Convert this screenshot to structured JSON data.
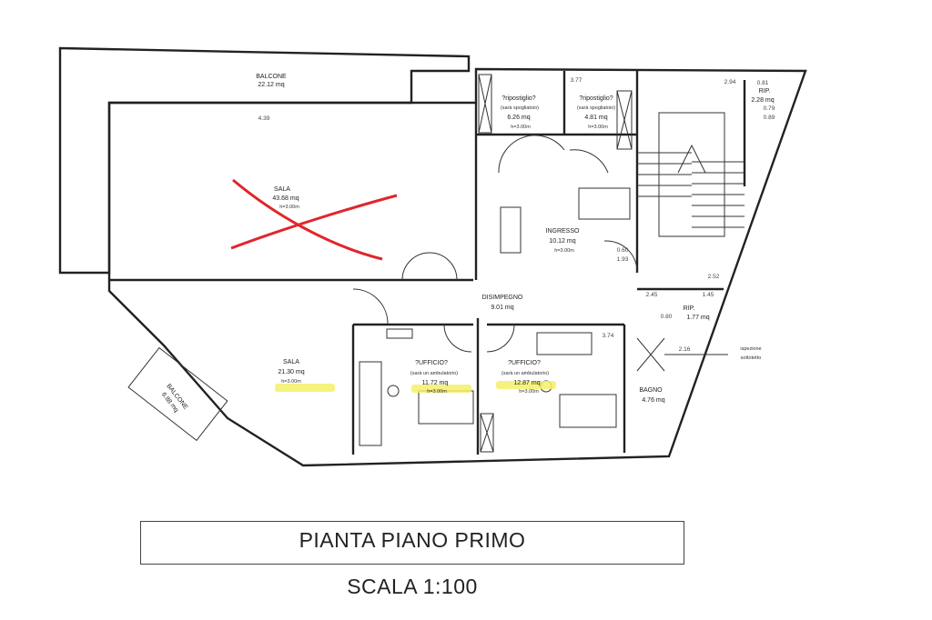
{
  "rooms": {
    "balcone_top": {
      "name": "BALCONE",
      "area": "22.12 mq"
    },
    "sala_top": {
      "name": "SALA",
      "area": "43.68 mq",
      "height": "h=3.00m"
    },
    "sala_bottom": {
      "name": "SALA",
      "area": "21.30 mq",
      "height": "h=3.00m"
    },
    "balcone_left": {
      "name": "BALCONE",
      "area": "6.88 mq"
    },
    "ripostiglio_1": {
      "name": "?ripostiglio?",
      "note": "(sarà spogliatoio)",
      "area": "6.26 mq",
      "height": "h=3.00m"
    },
    "ripostiglio_2": {
      "name": "?ripostiglio?",
      "note": "(sarà spogliatoio)",
      "area": "4.81 mq",
      "height": "h=3.00m"
    },
    "rip_top": {
      "name": "RIP.",
      "area": "2.28 mq"
    },
    "ingresso": {
      "name": "INGRESSO",
      "area": "10.12 mq",
      "height": "h=3.00m"
    },
    "disimpegno": {
      "name": "DISIMPEGNO",
      "area": "9.01 mq"
    },
    "ufficio_1": {
      "name": "?UFFICIO?",
      "note": "(sarà un ambulatorio)",
      "area": "11.72 mq",
      "height": "h=3.00m"
    },
    "ufficio_2": {
      "name": "?UFFICIO?",
      "note": "(sarà un ambulatorio)",
      "area": "12.87 mq",
      "height": "h=3.00m"
    },
    "rip_mid": {
      "name": "RIP.",
      "area": "1.77 mq"
    },
    "bagno": {
      "name": "BAGNO",
      "area": "4.76 mq"
    }
  },
  "annotations": {
    "ispezione": "ispezione",
    "sottotetto": "sottotetto"
  },
  "dimensions": [
    "4.39",
    "3.77",
    "2.94",
    "0.81",
    "0.79",
    "0.89",
    "0.60",
    "2.45",
    "1.45",
    "2.16",
    "3.74",
    "2.52",
    "1.93",
    "0.80"
  ],
  "title": "PIANTA PIANO PRIMO",
  "scale": "SCALA 1:100",
  "colors": {
    "cross": "#e0262b",
    "highlight": "#f4f06a",
    "ink": "#222222"
  }
}
